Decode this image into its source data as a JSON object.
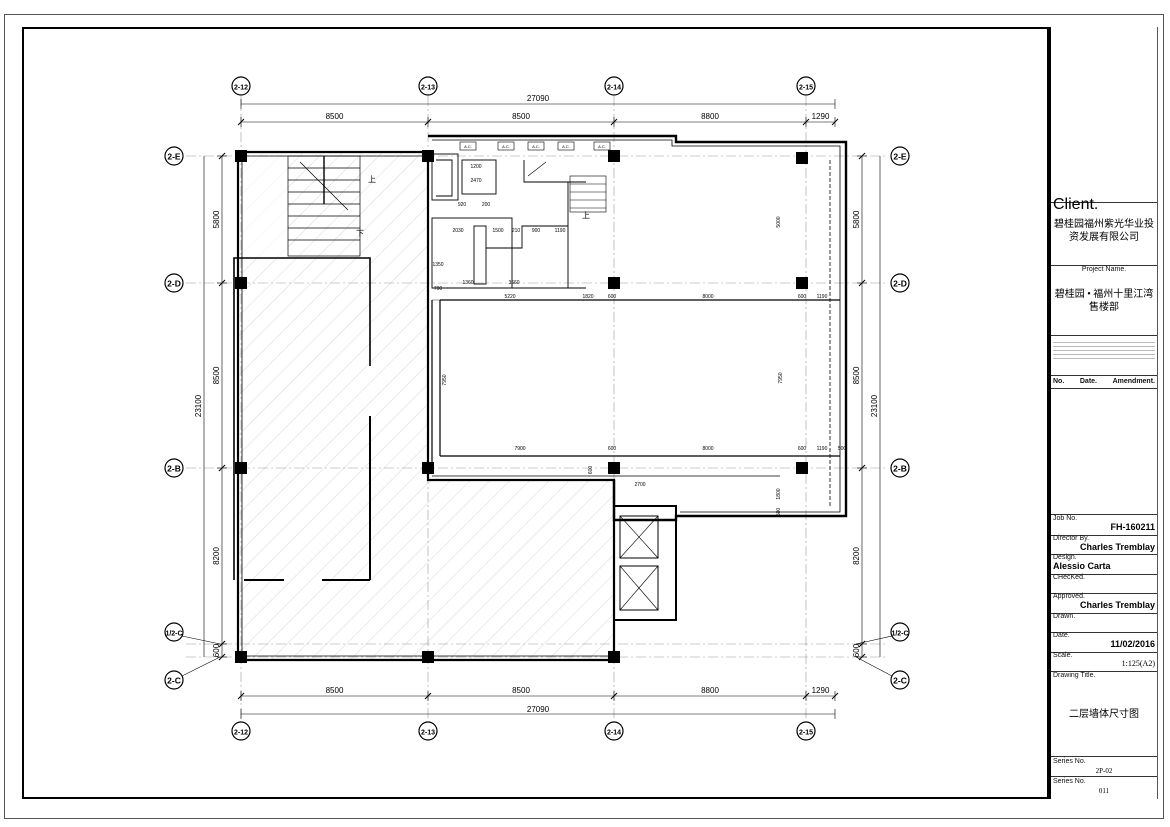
{
  "axes_top": [
    "2-12",
    "2-13",
    "2-14",
    "2-15"
  ],
  "axes_bottom": [
    "2-12",
    "2-13",
    "2-14",
    "2-15"
  ],
  "axes_left": [
    "2-E",
    "2-D",
    "2-B",
    "1/2-C",
    "2-C"
  ],
  "axes_right": [
    "2-E",
    "2-D",
    "2-B",
    "1/2-C",
    "2-C"
  ],
  "dims": {
    "top_total": "27090",
    "top_segments": [
      "8500",
      "8500",
      "8800",
      "1290"
    ],
    "bottom_total": "27090",
    "bottom_segments": [
      "8500",
      "8500",
      "8800",
      "1290"
    ],
    "left_total": "23100",
    "left_segments": [
      "5800",
      "8500",
      "8200",
      "600"
    ],
    "right_total": "23100",
    "right_segments": [
      "5800",
      "8500",
      "8200",
      "600"
    ]
  },
  "interior_dims": {
    "row1": [
      "5220",
      "1820",
      "600",
      "8000",
      "600",
      "1190"
    ],
    "row2": [
      "7900",
      "600",
      "8000",
      "600",
      "1190",
      "500"
    ],
    "vertical": [
      "5000",
      "7950",
      "7950",
      "2700",
      "1800",
      "600",
      "500"
    ],
    "core": [
      "1200",
      "2470",
      "920",
      "200",
      "2030",
      "1500",
      "210",
      "900",
      "1190",
      "1360",
      "3660",
      "1350",
      "700"
    ]
  },
  "stair_labels": [
    "上",
    "下",
    "上"
  ],
  "ac_labels": [
    "A.C.",
    "A.C.",
    "A.C.",
    "A.C.",
    "A.C."
  ],
  "title_block": {
    "client_label": "Client.",
    "client": "碧桂园福州紫光华业投资发展有限公司",
    "project_label": "Project Name.",
    "project": "碧桂园 • 福州十里江湾售楼部",
    "amend_no": "No.",
    "amend_date": "Date.",
    "amend_label": "Amendment.",
    "job_label": "Job No.",
    "job": "FH-160211",
    "director_label": "Director By.",
    "director": "Charles Tremblay",
    "design_label": "Design.",
    "design": "Alessio Carta",
    "checked_label": "CHecKed.",
    "approved_label": "Approved.",
    "approved": "Charles Tremblay",
    "drawn_label": "Drawn.",
    "date_label": "Date.",
    "date": "11/02/2016",
    "scale_label": "Scale.",
    "scale": "1:125(A2)",
    "drawing_title_label": "Drawing Title.",
    "drawing_title": "二层墙体尺寸图",
    "series_label": "Series No.",
    "series": "2P-02",
    "series2_label": "Series No.",
    "series2": "011"
  }
}
